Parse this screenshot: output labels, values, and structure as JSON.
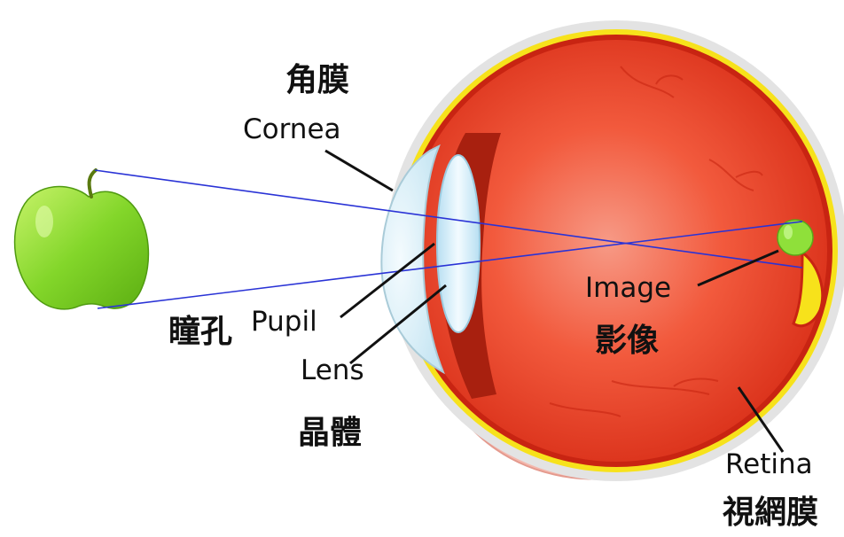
{
  "labels": {
    "cornea_zh": "角膜",
    "cornea_en": "Cornea",
    "pupil_zh": "瞳孔",
    "pupil_en": "Pupil",
    "lens_en": "Lens",
    "lens_zh": "晶體",
    "image_en": "Image",
    "image_zh": "影像",
    "retina_en": "Retina",
    "retina_zh": "視網膜"
  },
  "colors": {
    "eyeball": "#e8361f",
    "retina_yellow": "#f7e21b",
    "sclera": "#e9e9e9",
    "ray": "#2a33d6",
    "apple": "#7ed321",
    "lens": "#d9f0fb",
    "eyelid": "#f3b6ab"
  }
}
